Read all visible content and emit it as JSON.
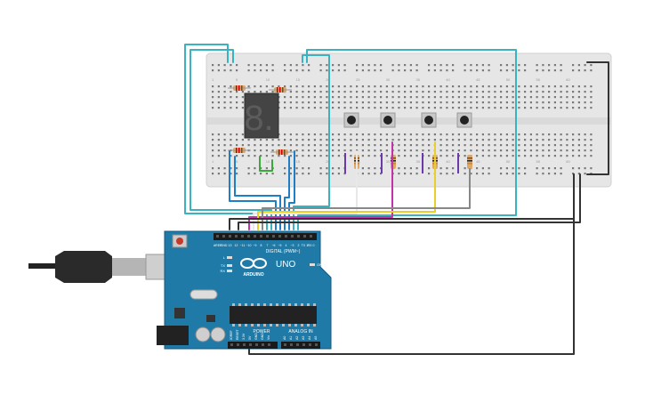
{
  "circuit": {
    "breadboard": {
      "column_numbers": [
        "1",
        "5",
        "10",
        "15",
        "20",
        "25",
        "30",
        "35",
        "40",
        "45",
        "50",
        "55",
        "60"
      ],
      "row_letters_top": [
        "j",
        "i",
        "h",
        "g",
        "f"
      ],
      "row_letters_bottom": [
        "e",
        "d",
        "c",
        "b",
        "a"
      ]
    },
    "display": {
      "digit": "8."
    },
    "pushbuttons": {
      "count": 4
    },
    "arduino": {
      "brand": "ARDUINO",
      "model": "UNO",
      "digital_label": "DIGITAL (PWM~)",
      "power_label": "POWER",
      "analog_label": "ANALOG IN",
      "led_labels": [
        "L",
        "TX",
        "RX"
      ],
      "on_label": "ON",
      "digital_pins": [
        "AREF",
        "GND",
        "13",
        "12",
        "~11",
        "~10",
        "~9",
        "8",
        "7",
        "~6",
        "~5",
        "4",
        "~3",
        "2",
        "TX 1",
        "RX 0"
      ],
      "power_pins": [
        "IOREF",
        "RESET",
        "3.3V",
        "5V",
        "GND",
        "GND",
        "Vin"
      ],
      "analog_pins": [
        "A0",
        "A1",
        "A2",
        "A3",
        "A4",
        "A5"
      ]
    },
    "wire_colors": {
      "signal": "#3ab3c1",
      "data": "#1e7fc7",
      "ground": "#333333",
      "yellow": "#e8cf2a",
      "magenta": "#c232a8",
      "white": "#e8e8e8",
      "gray": "#888888",
      "green": "#3aa83a",
      "purple": "#6a3aa8"
    }
  }
}
